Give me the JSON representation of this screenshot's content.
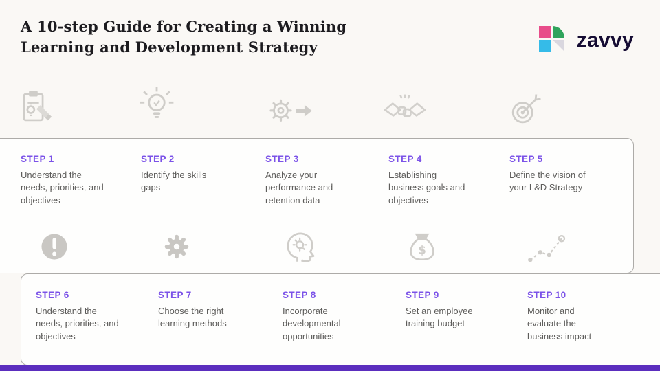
{
  "header": {
    "title_line1": "A 10-step Guide for Creating a Winning",
    "title_line2": "Learning and Development Strategy",
    "brand_name": "zavvy"
  },
  "colors": {
    "accent_purple": "#7B52E8",
    "bottom_bar": "#5B2EBE",
    "icon_gray": "#CFCDC9",
    "logo_pink": "#E84D8A",
    "logo_green": "#2FA45C",
    "logo_cyan": "#35BBE8",
    "logo_dark": "#150C33"
  },
  "rows": [
    {
      "steps": [
        {
          "label": "STEP 1",
          "description": "Understand the needs, priorities, and objectives",
          "icon": "clipboard-checklist-icon"
        },
        {
          "label": "STEP 2",
          "description": "Identify the skills gaps",
          "icon": "lightbulb-idea-icon"
        },
        {
          "label": "STEP 3",
          "description": "Analyze your performance and retention data",
          "icon": "process-gear-arrow-icon"
        },
        {
          "label": "STEP 4",
          "description": "Establishing business goals and objectives",
          "icon": "handshake-icon"
        },
        {
          "label": "STEP 5",
          "description": "Define the vision of your L&D Strategy",
          "icon": "target-arrow-icon"
        }
      ]
    },
    {
      "steps": [
        {
          "label": "STEP 6",
          "description": "Understand the needs, priorities, and objectives",
          "icon": "exclamation-circle-icon"
        },
        {
          "label": "STEP 7",
          "description": "Choose the right learning methods",
          "icon": "gear-icon"
        },
        {
          "label": "STEP 8",
          "description": "Incorporate developmental opportunities",
          "icon": "head-gear-icon"
        },
        {
          "label": "STEP 9",
          "description": "Set an employee training budget",
          "icon": "money-bag-icon"
        },
        {
          "label": "STEP 10",
          "description": "Monitor and evaluate the business impact",
          "icon": "growth-chart-icon"
        }
      ]
    }
  ]
}
